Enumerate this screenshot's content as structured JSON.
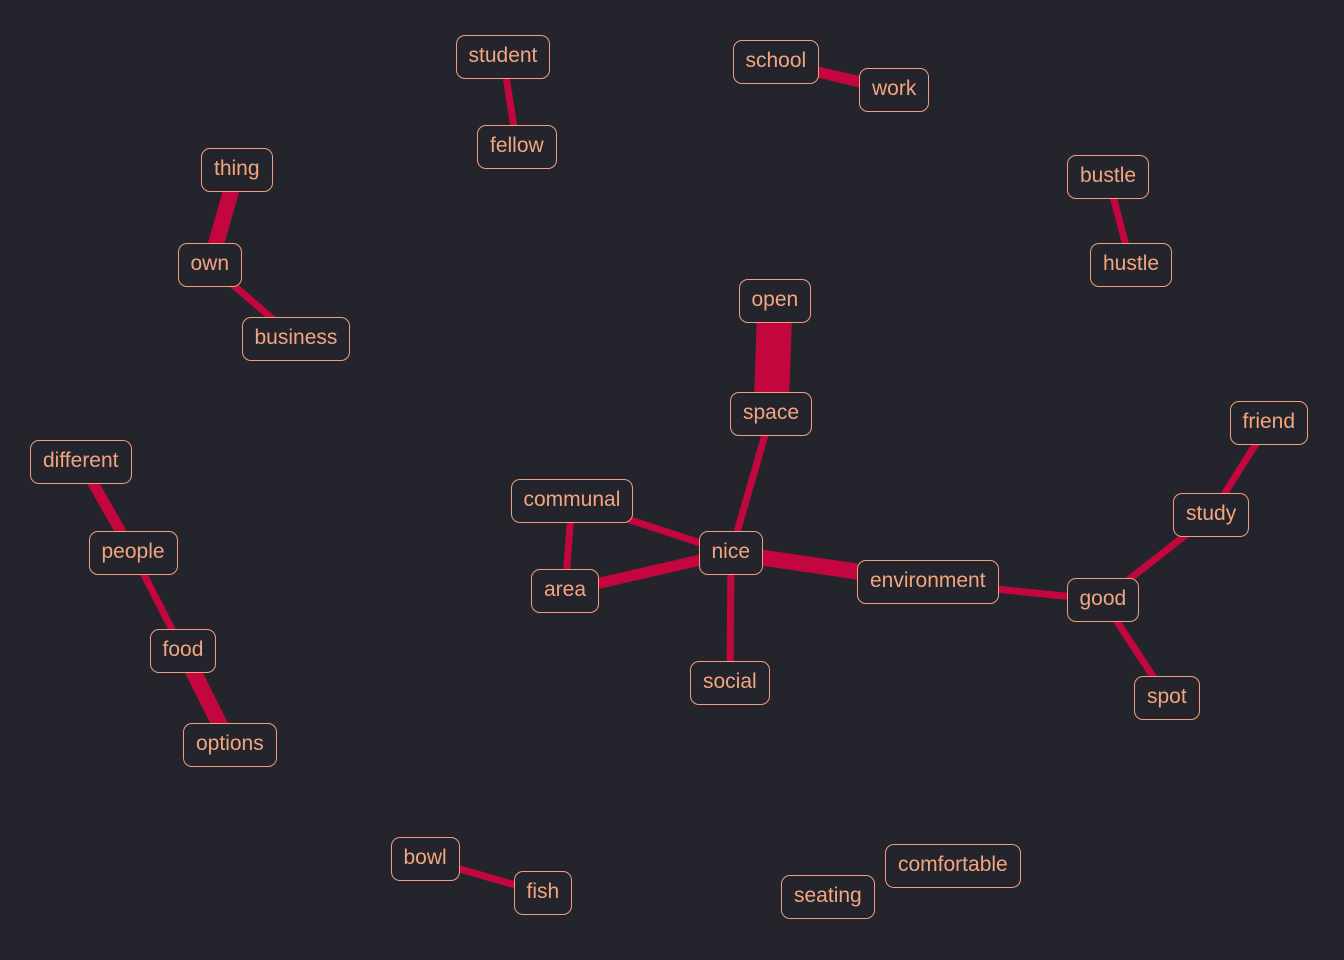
{
  "nodes": [
    {
      "id": "student",
      "label": "student"
    },
    {
      "id": "fellow",
      "label": "fellow"
    },
    {
      "id": "school",
      "label": "school"
    },
    {
      "id": "work",
      "label": "work"
    },
    {
      "id": "thing",
      "label": "thing"
    },
    {
      "id": "own",
      "label": "own"
    },
    {
      "id": "business",
      "label": "business"
    },
    {
      "id": "bustle",
      "label": "bustle"
    },
    {
      "id": "hustle",
      "label": "hustle"
    },
    {
      "id": "open",
      "label": "open"
    },
    {
      "id": "space",
      "label": "space"
    },
    {
      "id": "communal",
      "label": "communal"
    },
    {
      "id": "nice",
      "label": "nice"
    },
    {
      "id": "area",
      "label": "area"
    },
    {
      "id": "environment",
      "label": "environment"
    },
    {
      "id": "social",
      "label": "social"
    },
    {
      "id": "friend",
      "label": "friend"
    },
    {
      "id": "study",
      "label": "study"
    },
    {
      "id": "good",
      "label": "good"
    },
    {
      "id": "spot",
      "label": "spot"
    },
    {
      "id": "different",
      "label": "different"
    },
    {
      "id": "people",
      "label": "people"
    },
    {
      "id": "food",
      "label": "food"
    },
    {
      "id": "options",
      "label": "options"
    },
    {
      "id": "bowl",
      "label": "bowl"
    },
    {
      "id": "fish",
      "label": "fish"
    },
    {
      "id": "comfortable",
      "label": "comfortable"
    },
    {
      "id": "seating",
      "label": "seating"
    }
  ],
  "edges": [
    {
      "from": "student",
      "to": "fellow",
      "weight": 2
    },
    {
      "from": "school",
      "to": "work",
      "weight": 3
    },
    {
      "from": "thing",
      "to": "own",
      "weight": 4
    },
    {
      "from": "own",
      "to": "business",
      "weight": 2
    },
    {
      "from": "bustle",
      "to": "hustle",
      "weight": 2
    },
    {
      "from": "open",
      "to": "space",
      "weight": 7
    },
    {
      "from": "space",
      "to": "nice",
      "weight": 2
    },
    {
      "from": "communal",
      "to": "nice",
      "weight": 2
    },
    {
      "from": "communal",
      "to": "area",
      "weight": 2
    },
    {
      "from": "area",
      "to": "nice",
      "weight": 3
    },
    {
      "from": "nice",
      "to": "environment",
      "weight": 4
    },
    {
      "from": "nice",
      "to": "social",
      "weight": 2
    },
    {
      "from": "environment",
      "to": "good",
      "weight": 2
    },
    {
      "from": "good",
      "to": "study",
      "weight": 2
    },
    {
      "from": "study",
      "to": "friend",
      "weight": 2
    },
    {
      "from": "good",
      "to": "spot",
      "weight": 2
    },
    {
      "from": "different",
      "to": "people",
      "weight": 3
    },
    {
      "from": "people",
      "to": "food",
      "weight": 2
    },
    {
      "from": "food",
      "to": "options",
      "weight": 4
    },
    {
      "from": "bowl",
      "to": "fish",
      "weight": 2
    }
  ],
  "colors": {
    "background": "#24252c",
    "edge": "#c4063f",
    "node_border": "#f0a07a",
    "node_text": "#f3a57f"
  }
}
